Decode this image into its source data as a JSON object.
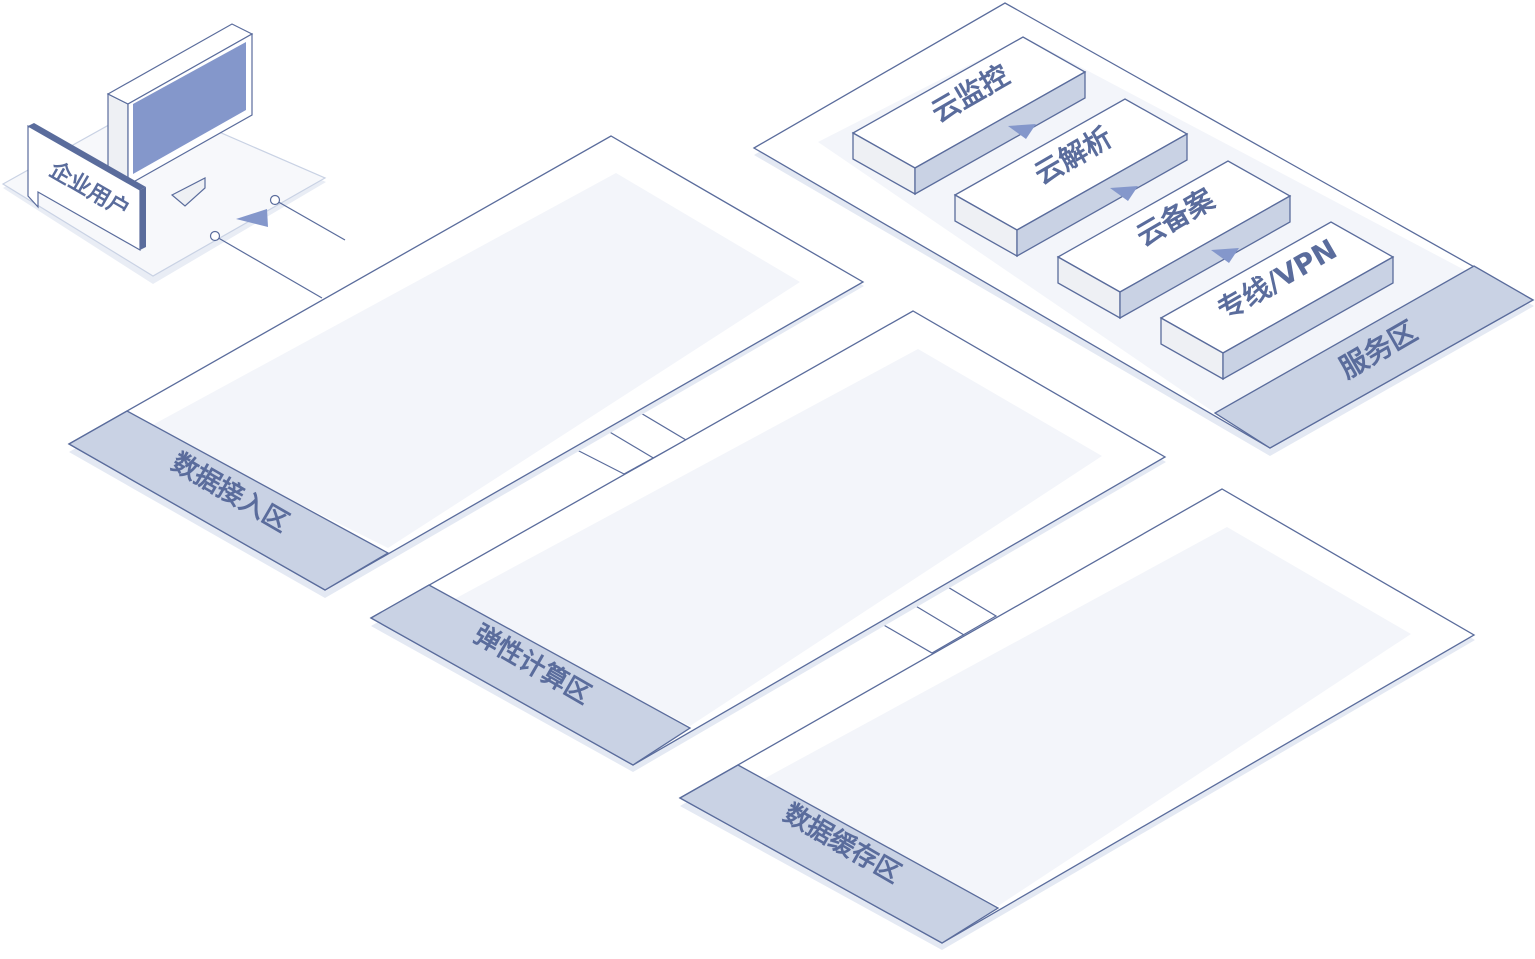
{
  "user": {
    "label": "企业用户"
  },
  "zones": {
    "data_access": "数据接入区",
    "elastic_compute": "弹性计算区",
    "data_cache": "数据缓存区",
    "service": "服务区"
  },
  "services": [
    {
      "label": "云监控"
    },
    {
      "label": "云解析"
    },
    {
      "label": "云备案"
    },
    {
      "label": "专线/VPN"
    }
  ],
  "colors": {
    "outline": "#5a6c9c",
    "band_fill": "#c9d2e4",
    "inner_fill": "#f3f5fa",
    "shadow": "#e4e9f3",
    "screen": "#8497cb",
    "text": "#5a6c9c"
  }
}
